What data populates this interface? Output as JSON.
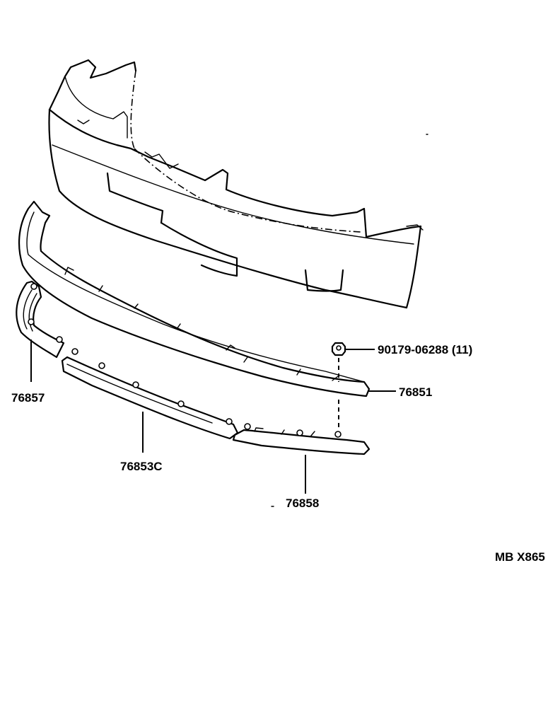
{
  "callouts": {
    "bumper_cover": "76851",
    "nut": "90179-06288 (11)",
    "left_extension": "76857",
    "center_spoiler": "76853C",
    "right_extension": "76858"
  },
  "catalog_code": "MB X865"
}
